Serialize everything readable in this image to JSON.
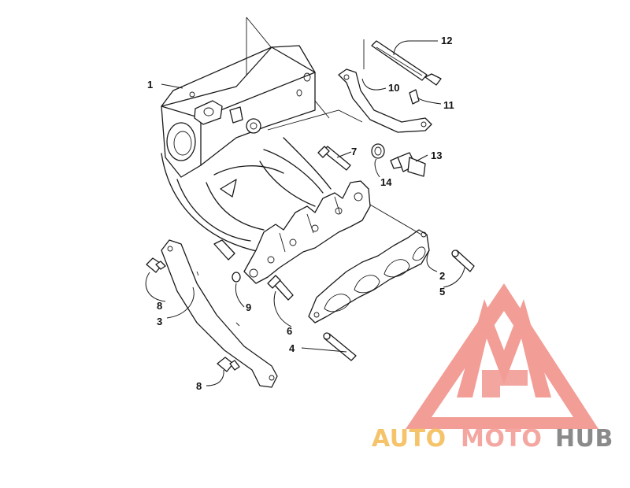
{
  "callouts": {
    "c1": "1",
    "c2": "2",
    "c3": "3",
    "c4": "4",
    "c5": "5",
    "c6": "6",
    "c7": "7",
    "c8a": "8",
    "c8b": "8",
    "c9": "9",
    "c10": "10",
    "c11": "11",
    "c12": "12",
    "c13": "13",
    "c14": "14"
  },
  "watermark": {
    "part_auto": "AUTO",
    "part_moto": "MOTO",
    "part_hub": "HUB",
    "colors": {
      "auto": "#f5c36a",
      "moto": "#f4a7a0",
      "hub": "#8a8a8a",
      "logo": "#f08c84"
    }
  }
}
